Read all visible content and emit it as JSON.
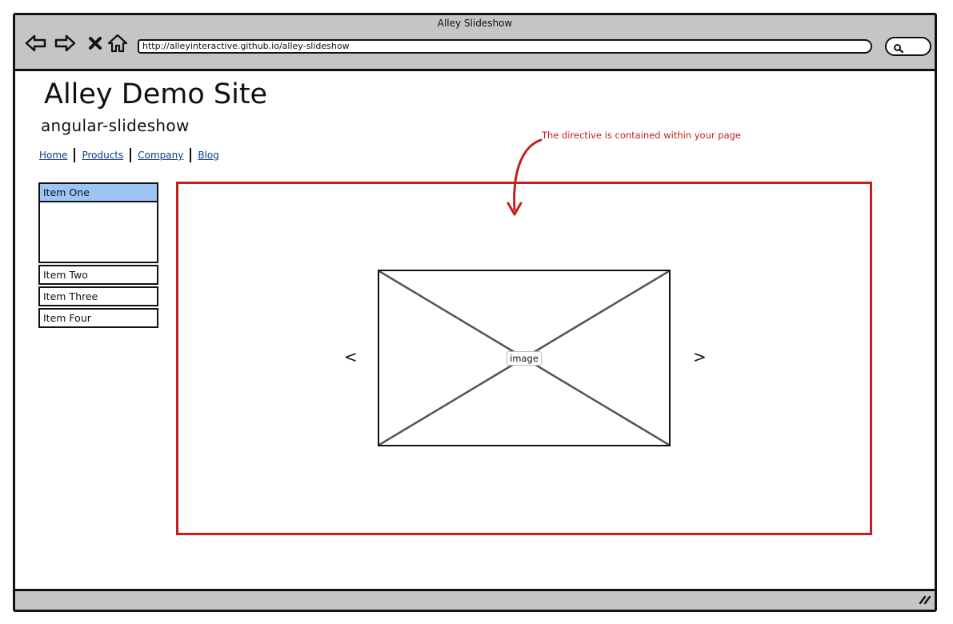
{
  "window": {
    "title": "Alley Slideshow",
    "url": "http://alleyinteractive.github.io/alley-slideshow"
  },
  "icons": {
    "back": "back-arrow-icon",
    "forward": "forward-arrow-icon",
    "stop": "close-icon",
    "home": "home-icon",
    "search": "search-icon",
    "resize": "resize-grip-icon"
  },
  "site": {
    "title": "Alley Demo Site",
    "subtitle": "angular-slideshow"
  },
  "nav": {
    "items": [
      "Home",
      "Products",
      "Company",
      "Blog"
    ]
  },
  "annotation": {
    "text": "The directive is contained within your page",
    "color": "#c4201f"
  },
  "sidebar": {
    "items": [
      "Item One",
      "Item Two",
      "Item Three",
      "Item Four"
    ],
    "active_index": 0,
    "active_color": "#9cc5f6"
  },
  "slideshow": {
    "image_label": "image",
    "prev": "<",
    "next": ">"
  }
}
